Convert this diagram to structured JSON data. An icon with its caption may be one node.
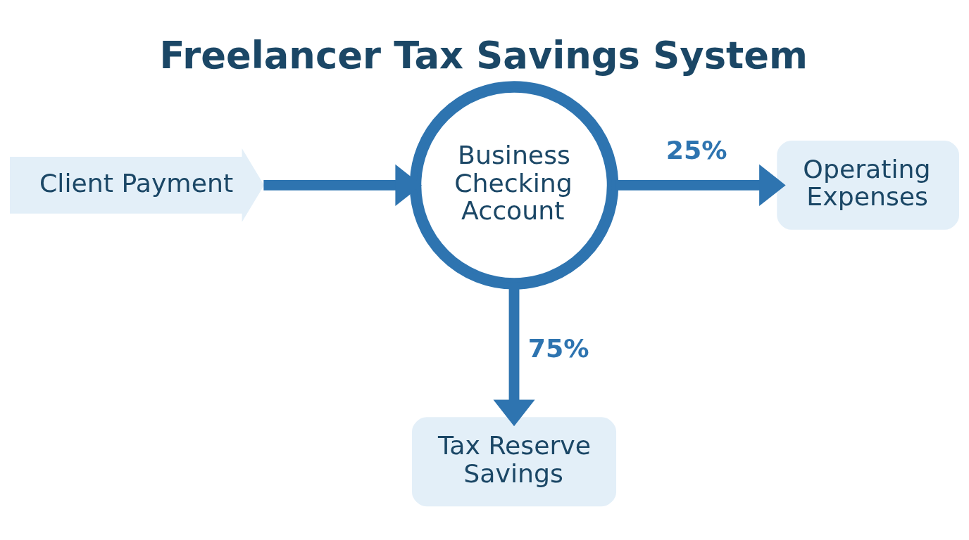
{
  "diagram": {
    "title": "Freelancer Tax Savings System",
    "nodes": [
      {
        "text": [
          "Client Payment"
        ]
      },
      {
        "text": [
          "Business Checking Account"
        ]
      },
      {
        "text": [
          "Operating Expenses"
        ]
      },
      {
        "text": [
          "Tax Reserve Savings"
        ]
      }
    ],
    "edges": [
      {
        "from": 0,
        "to": 1,
        "arrow": "to"
      },
      {
        "from": 1,
        "to": 2,
        "arrow": "to",
        "label": "25%"
      },
      {
        "from": 1,
        "to": 3,
        "arrow": "to",
        "label": "75%"
      }
    ]
  }
}
